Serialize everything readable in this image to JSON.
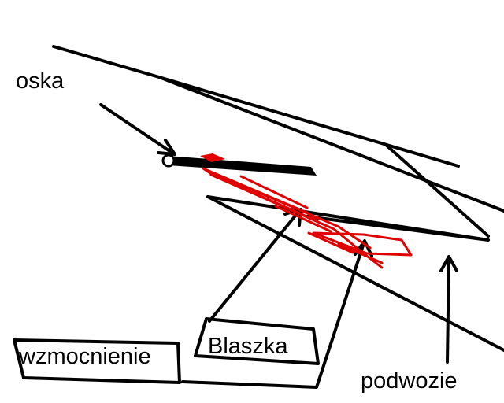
{
  "labels": {
    "axle": "oska",
    "reinforcement": "wzmocnienie",
    "plate": "Blaszka",
    "chassis": "podwozie"
  },
  "colors": {
    "ink": "#000000",
    "highlight": "#e00000",
    "background": "#ffffff"
  }
}
